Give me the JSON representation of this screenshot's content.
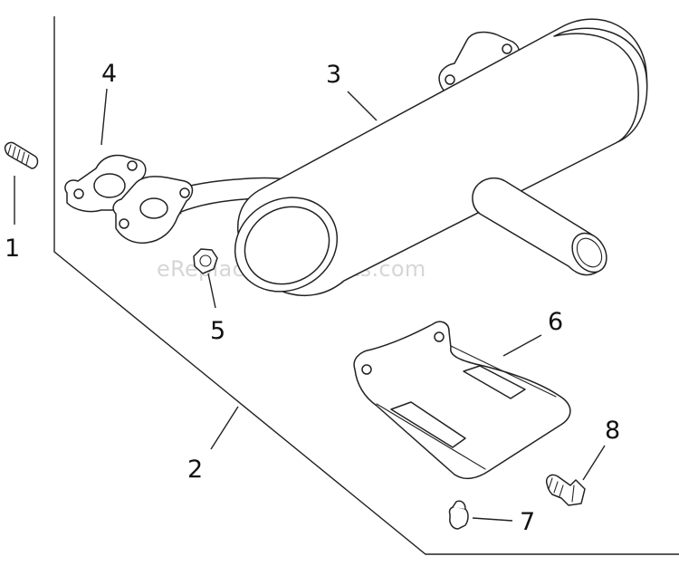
{
  "watermark": "eReplacementParts.com",
  "callouts": {
    "stud": "1",
    "frame": "2",
    "muffler": "3",
    "gasket": "4",
    "nut": "5",
    "bracket": "6",
    "small_screw": "7",
    "bolt": "8"
  }
}
